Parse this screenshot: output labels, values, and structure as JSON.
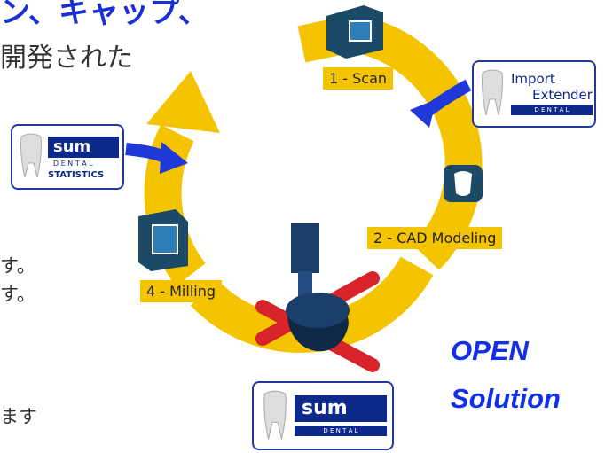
{
  "texts": {
    "title_fragment": "ン、キャップ、",
    "subtitle_fragment": "開発された",
    "line1": "す。",
    "line2": "す。",
    "line3": "ます"
  },
  "steps": {
    "scan": "1 - Scan",
    "cad": "2 - CAD Modeling",
    "milling": "4 - Milling"
  },
  "badges": {
    "statistics": {
      "brand": "sum",
      "line1": "D E N T A L",
      "line2": "STATISTICS"
    },
    "import": {
      "line1": "Import",
      "line2": "Extender",
      "line3": "D E N T A L"
    },
    "dental": {
      "brand": "sum",
      "line1": "D E N T A L"
    }
  },
  "open_solution": {
    "open": "OPEN",
    "solution": "Solution"
  },
  "colors": {
    "arrow": "#f5c400",
    "accent_blue": "#1230e8",
    "badge_border": "#233a9a",
    "tool_red": "#d8232a"
  }
}
